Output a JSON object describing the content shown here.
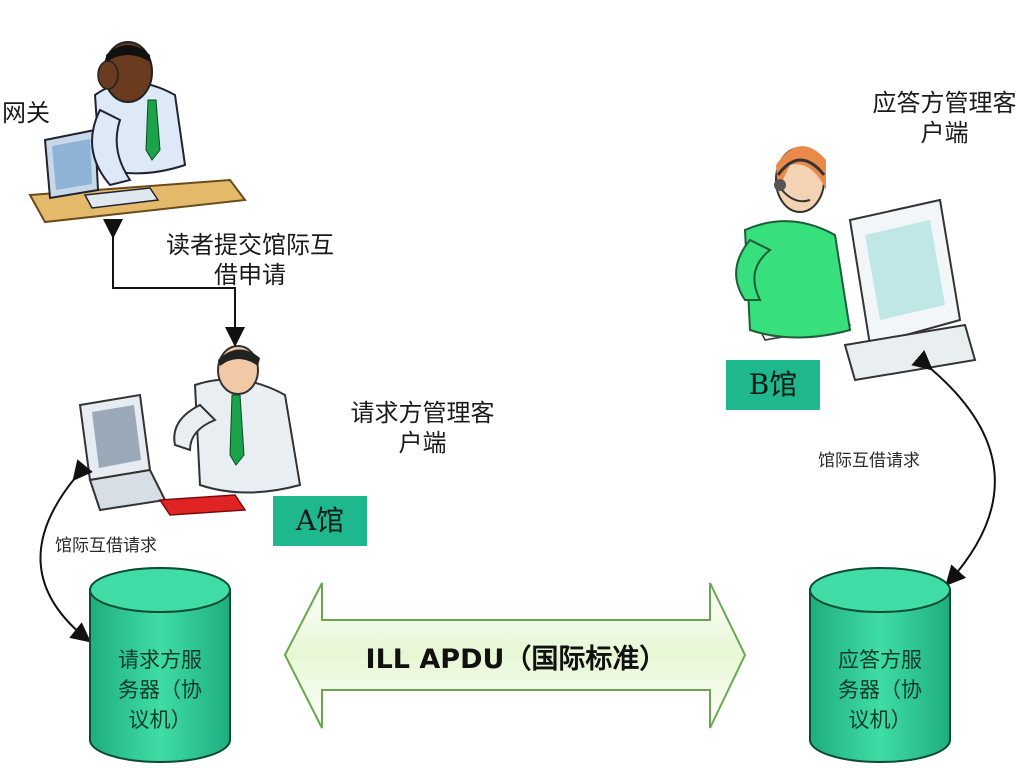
{
  "gateway": {
    "label": "网关"
  },
  "reader_submit": {
    "line1": "读者提交馆际互",
    "line2": "借申请"
  },
  "request_client": {
    "line1": "请求方管理客",
    "line2": "户端"
  },
  "response_client": {
    "line1": "应答方管理客",
    "line2": "户端"
  },
  "library_a": {
    "label": "A馆"
  },
  "library_b": {
    "label": "B馆"
  },
  "ill_request_left": {
    "label": "馆际互借请求"
  },
  "ill_request_right": {
    "label": "馆际互借请求"
  },
  "request_server": {
    "line1": "请求方服",
    "line2": "务器（协",
    "line3": "议机）"
  },
  "response_server": {
    "line1": "应答方服",
    "line2": "务器（协",
    "line3": "议机）"
  },
  "protocol_arrow": {
    "label": "ILL APDU（国际标准）"
  },
  "colors": {
    "teal": "#1fb88e",
    "cylinder": "#2ecc95",
    "arrow_fill": "#dff5c8",
    "arrow_stroke": "#6aa84f"
  }
}
